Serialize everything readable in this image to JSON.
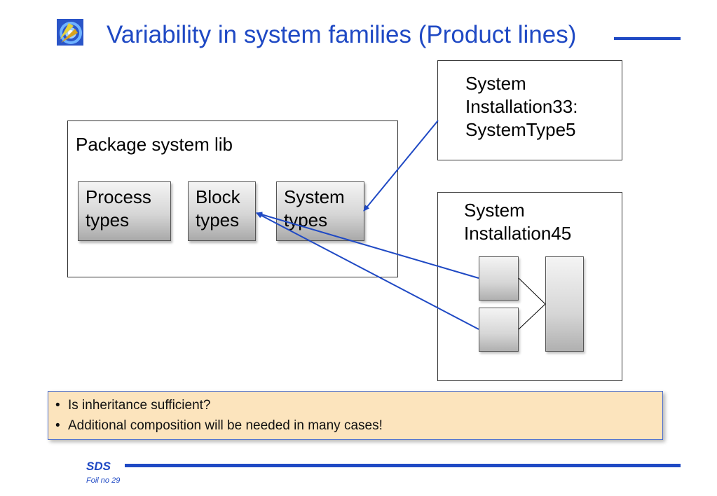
{
  "title": "Variability in system families (Product lines)",
  "colors": {
    "accent": "#1f49c4",
    "arrow": "#1f49c4",
    "note_background": "#fce4bd"
  },
  "logo": {
    "icon": "target-logo-icon"
  },
  "diagram": {
    "package": {
      "label": "Package system lib",
      "types": [
        {
          "label": "Process\ntypes"
        },
        {
          "label": "Block\ntypes"
        },
        {
          "label": "System\ntypes"
        }
      ]
    },
    "installation33": {
      "label": "System\nInstallation33:\nSystemType5"
    },
    "installation45": {
      "label": "System\nInstallation45"
    }
  },
  "notes": [
    "Is inheritance sufficient?",
    "Additional composition will be needed in many cases!"
  ],
  "footer": {
    "logo_text": "SDS",
    "foil": "Foil no 29"
  }
}
